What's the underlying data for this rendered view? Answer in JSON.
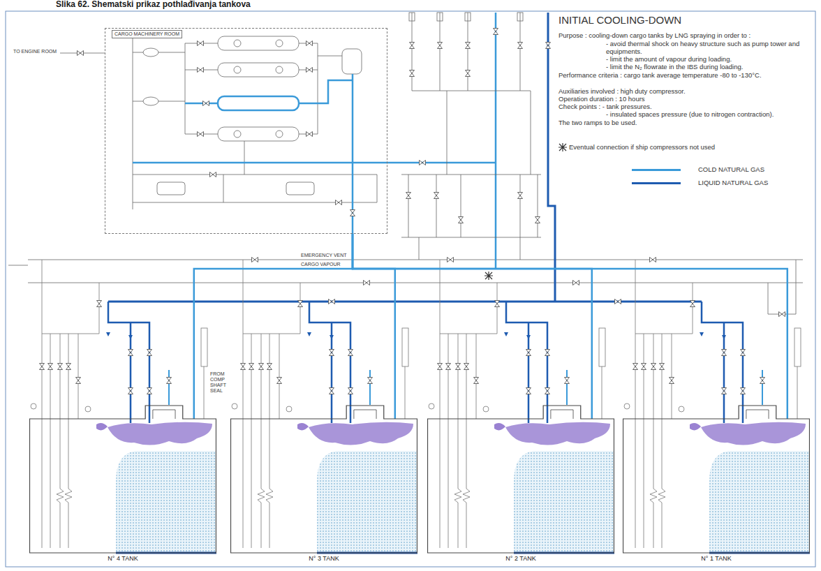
{
  "diagram": {
    "title": "INITIAL COOLING-DOWN",
    "caption": "Slika 62. Shematski prikaz pothlađivanja tankova",
    "nodes": [
      {
        "text": [
          "CARGO MACHINERY ROOM"
        ]
      },
      {
        "text": [
          "N° 4 TANK"
        ]
      },
      {
        "text": [
          "N° 3 TANK"
        ]
      },
      {
        "text": [
          "N° 2 TANK"
        ]
      },
      {
        "text": [
          "N° 1 TANK"
        ]
      }
    ],
    "edges": [
      {
        "from": 1,
        "to": 0,
        "arrow": "none"
      },
      {
        "from": 2,
        "to": 0,
        "arrow": "none"
      },
      {
        "from": 3,
        "to": 0,
        "arrow": "none"
      },
      {
        "from": 4,
        "to": 0,
        "arrow": "none"
      }
    ],
    "labels": [
      "Purpose : cooling-down cargo tanks by LNG spraying in order to :",
      "- avoid thermal shock on heavy structure such as pump tower and equipments.",
      "- limit the amount of vapour during loading.",
      "- limit the N₂ flowrate in the IBS during loading.",
      "Performance criteria : cargo tank average temperature -80 to -130°C.",
      "Auxiliaries involved : high duty compressor.",
      "Operation duration : 10 hours",
      "Check points : - tank pressures.",
      "- insulated spaces pressure (due to nitrogen contraction).",
      "The two ramps to be used.",
      "Eventual connection if ship compressors not used",
      "TO ENGINE ROOM",
      "EMERGENCY VENT",
      "CARGO VAPOUR",
      "FROM COMP SHAFT SEAL"
    ],
    "legend": [
      {
        "text": "COLD NATURAL GAS",
        "color": "#3a9ad9"
      },
      {
        "text": "LIQUID NATURAL GAS",
        "color": "#1e5bb0"
      }
    ]
  }
}
